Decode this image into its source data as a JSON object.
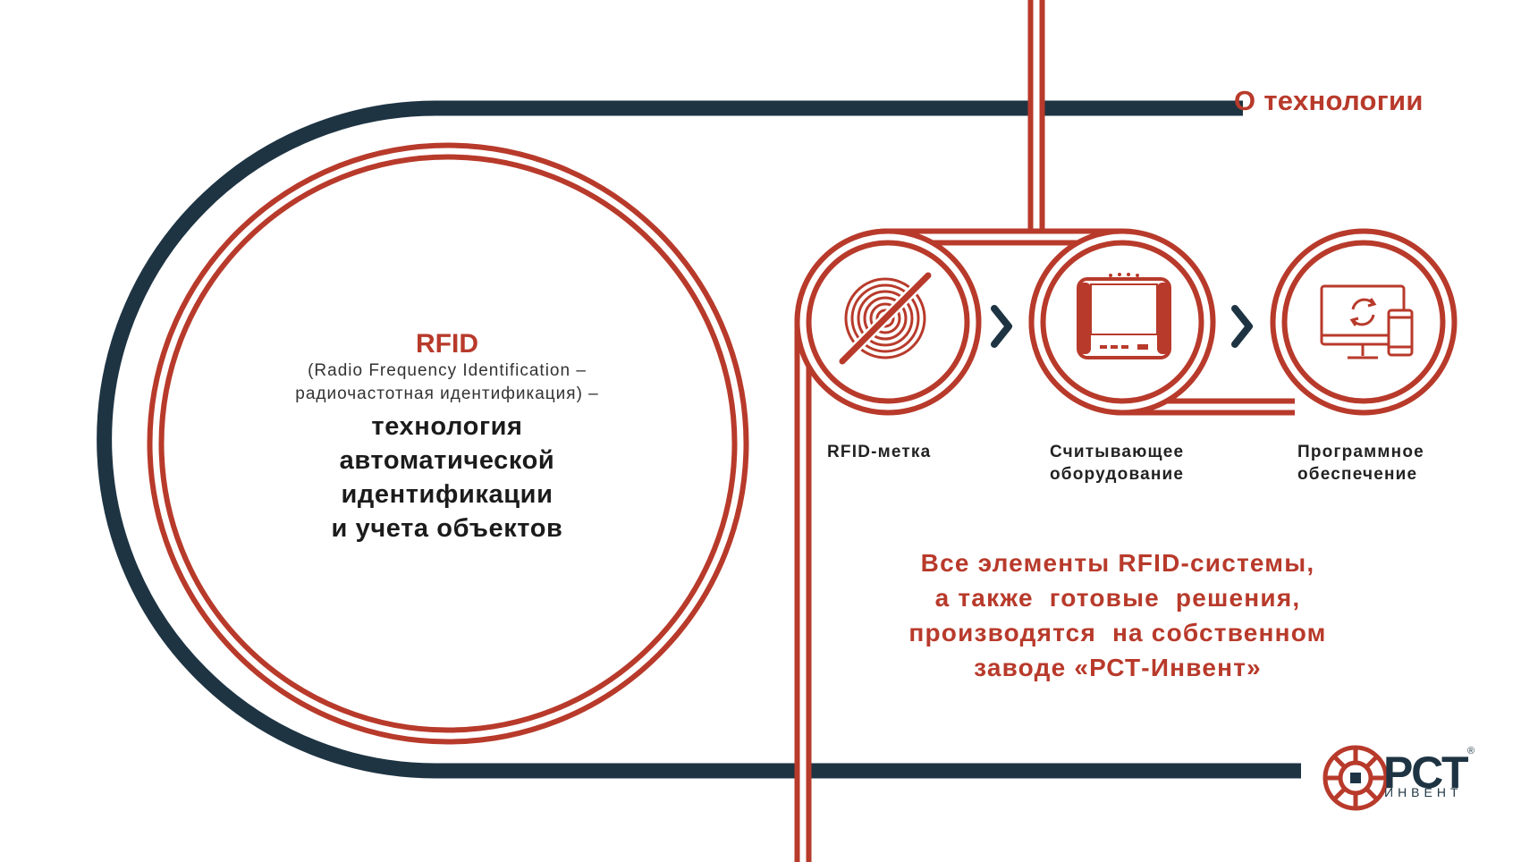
{
  "header": {
    "title": "О технологии"
  },
  "definition": {
    "title": "RFID",
    "subtitle_line1": "(Radio Frequency Identification –",
    "subtitle_line2": "радиочастотная идентификация) –",
    "main_lines": [
      "технология",
      "автоматической",
      "идентификации",
      "и учета объектов"
    ]
  },
  "components": [
    {
      "icon": "rfid-tag-icon",
      "lines": [
        "RFID-метка"
      ]
    },
    {
      "icon": "rfid-reader-icon",
      "lines": [
        "Считывающее",
        "оборудование"
      ]
    },
    {
      "icon": "software-devices-icon",
      "lines": [
        "Программное",
        "обеспечение"
      ]
    }
  ],
  "promo": {
    "lines": [
      "Все элементы RFID-системы,",
      "а также  готовые  решения,",
      "производятся  на собственном",
      "заводе «РСТ-Инвент»"
    ]
  },
  "logo": {
    "name": "РСТ",
    "subname": "ИНВЕНТ",
    "reg": "®"
  },
  "colors": {
    "accent_red": "#B83A2B",
    "navy": "#1e3443",
    "text": "#222222"
  }
}
